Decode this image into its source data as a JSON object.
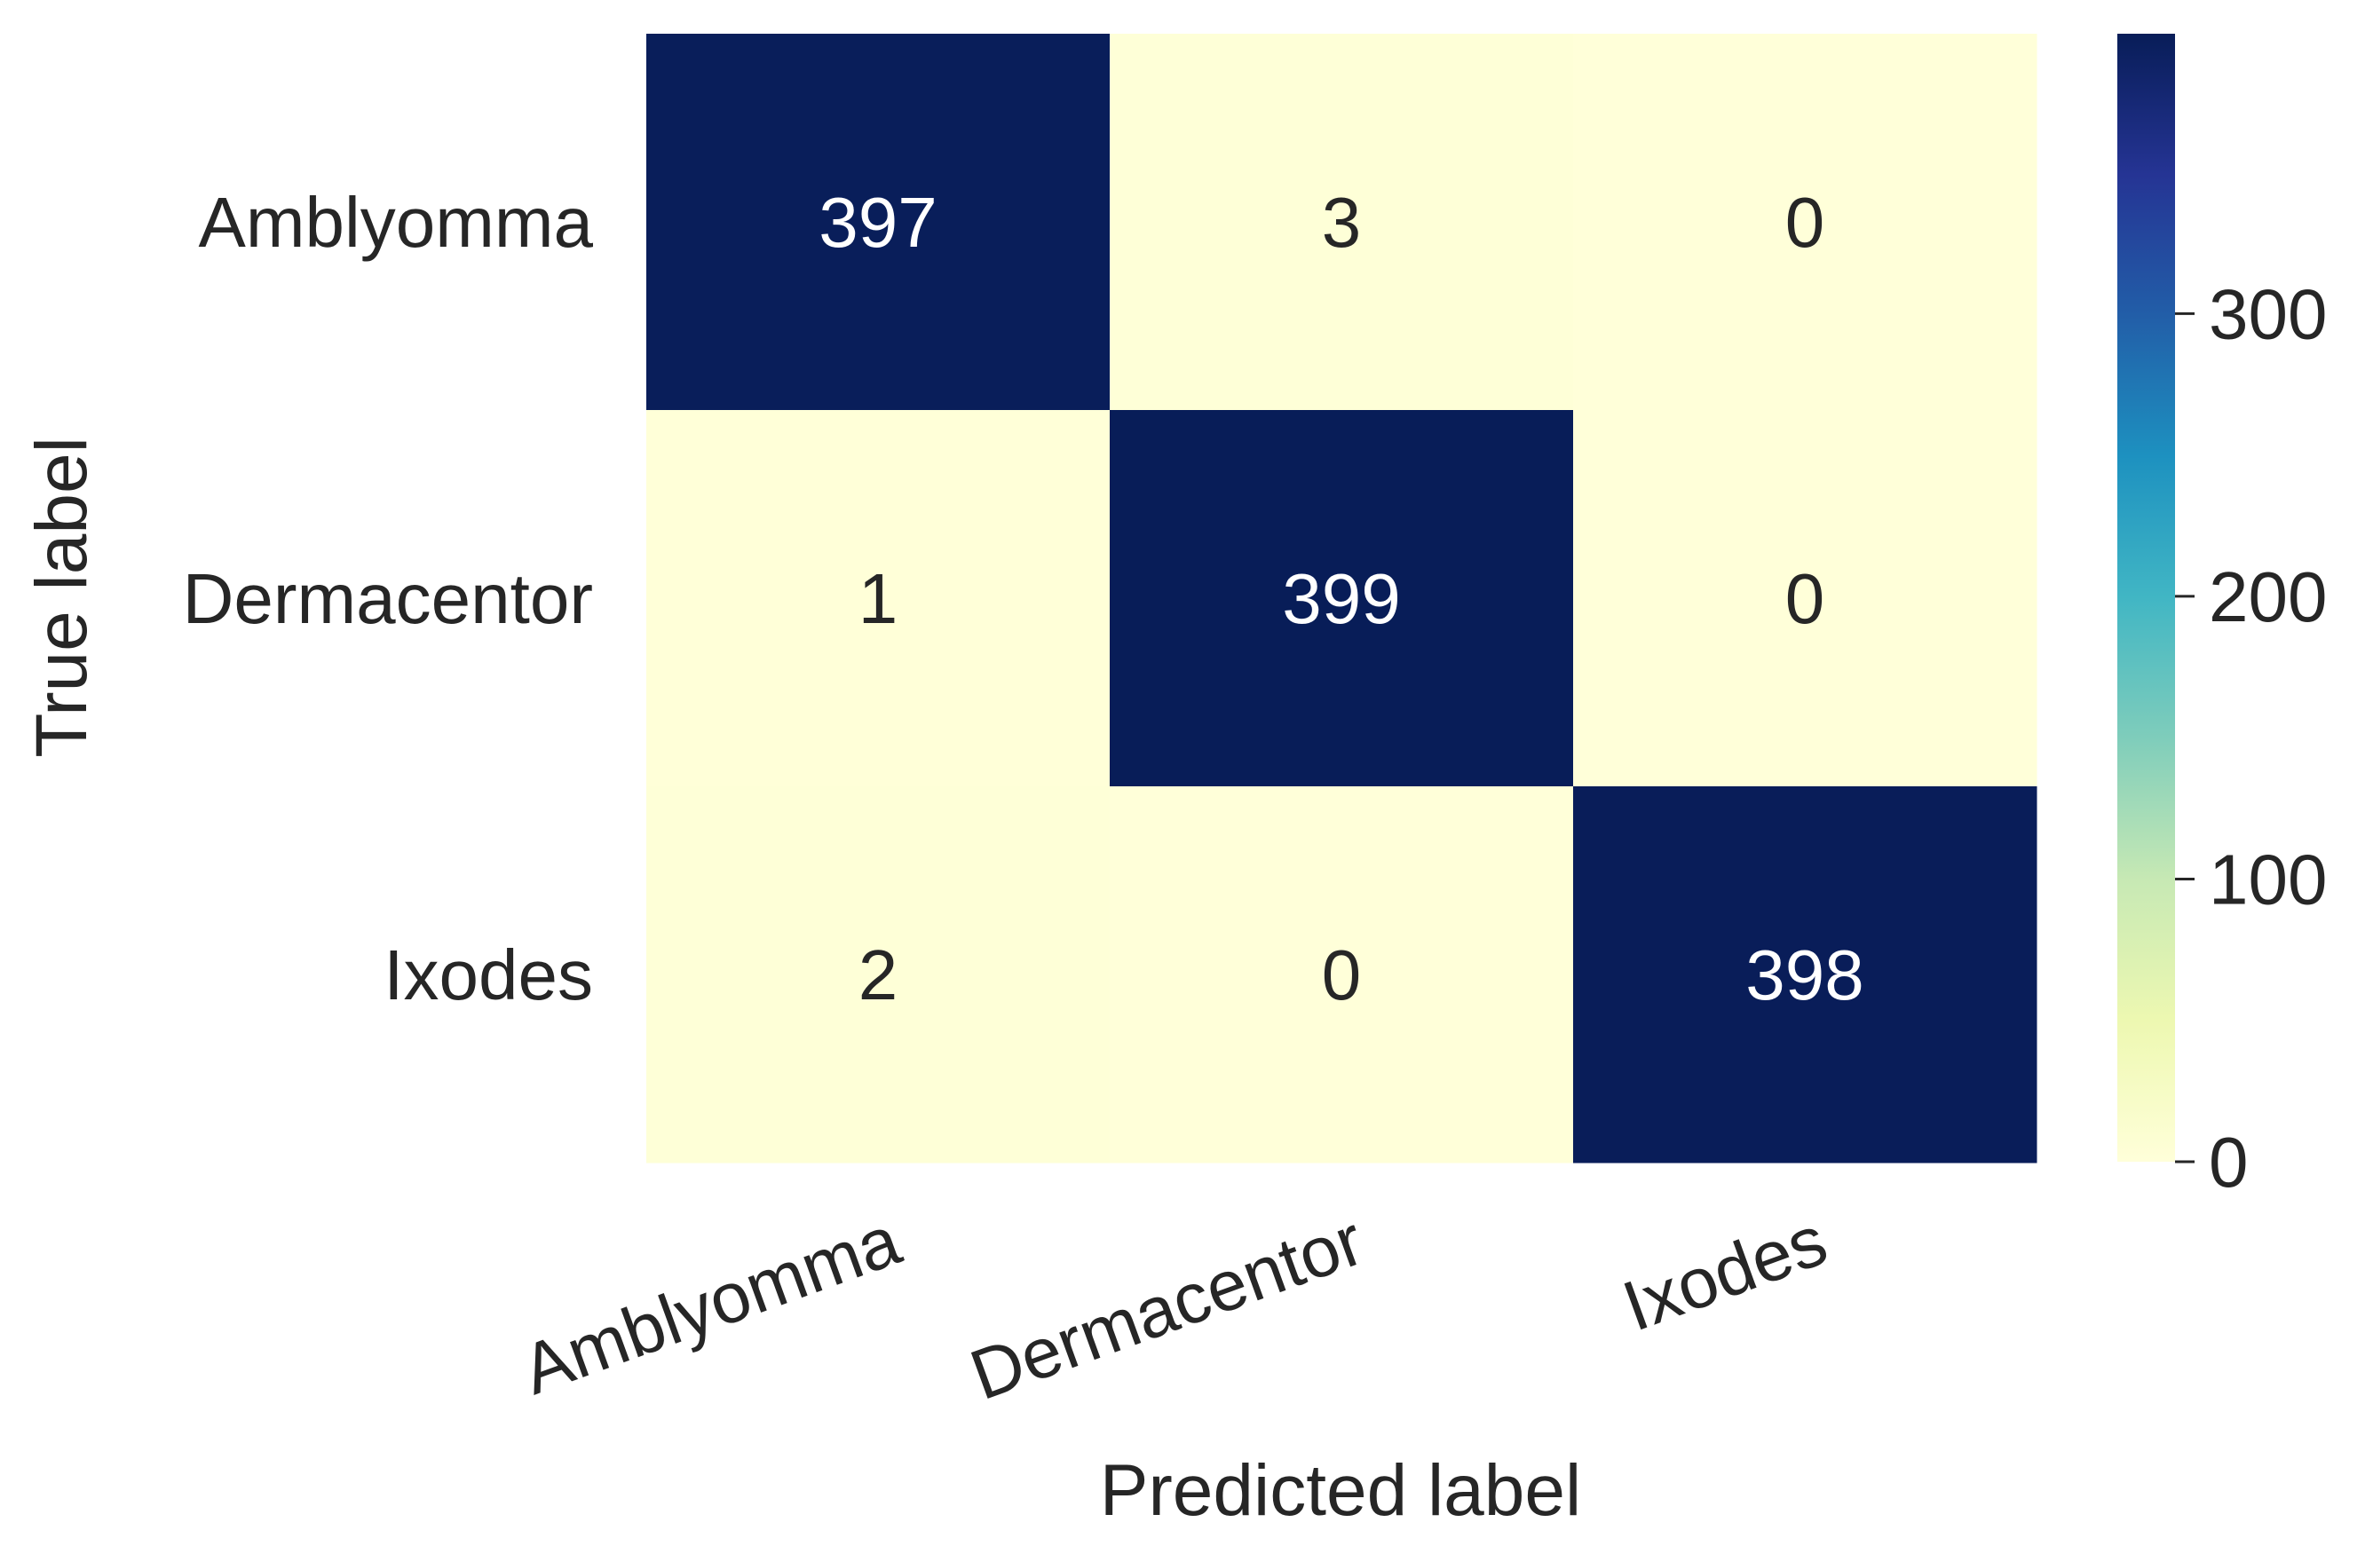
{
  "chart_data": {
    "type": "heatmap",
    "title": "",
    "xlabel": "Predicted label",
    "ylabel": "True label",
    "x_categories": [
      "Amblyomma",
      "Dermacentor",
      "Ixodes"
    ],
    "y_categories": [
      "Amblyomma",
      "Dermacentor",
      "Ixodes"
    ],
    "values": [
      [
        397,
        3,
        0
      ],
      [
        1,
        399,
        0
      ],
      [
        2,
        0,
        398
      ]
    ],
    "colorbar": {
      "min": 0,
      "max": 399,
      "ticks": [
        0,
        100,
        200,
        300
      ],
      "colormap": "YlGnBu"
    },
    "x_tick_rotation": "rotated about 20 degrees counter-clockwise"
  }
}
